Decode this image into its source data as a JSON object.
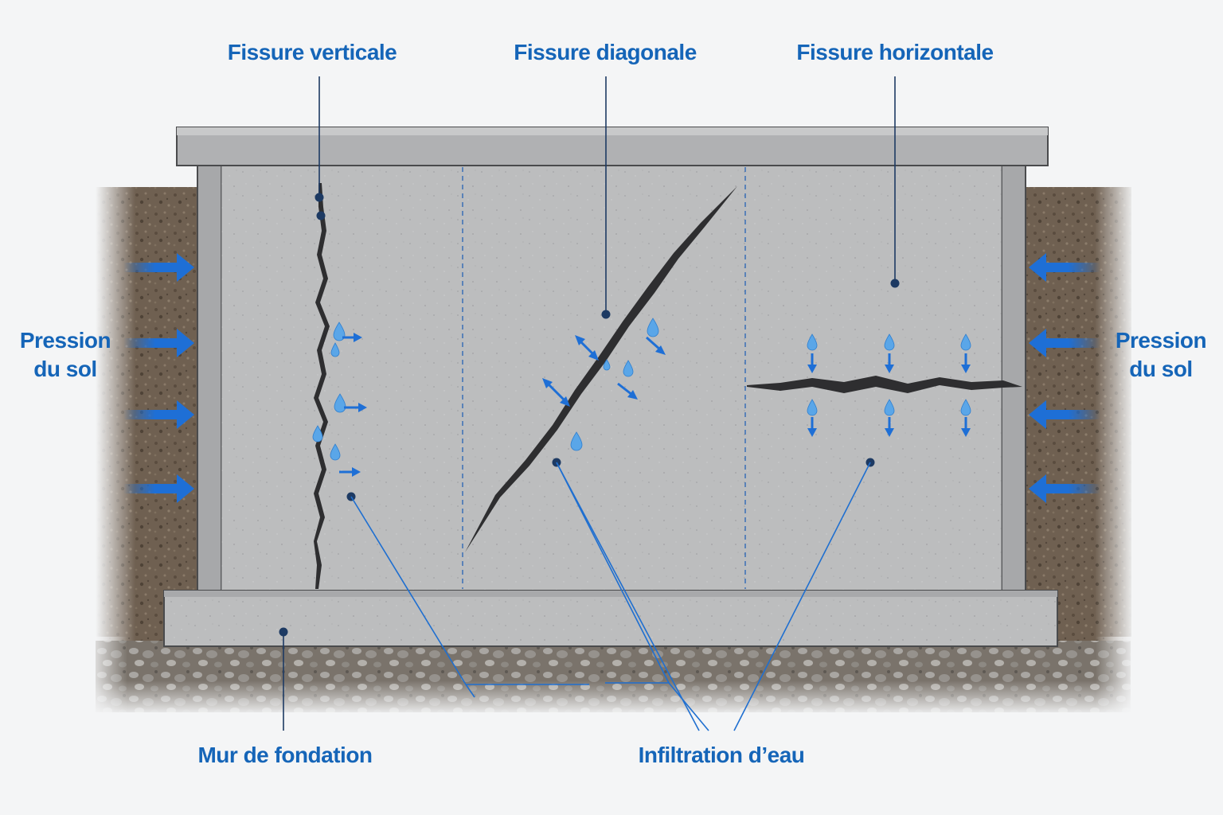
{
  "labels": {
    "vertical_crack": "Fissure verticale",
    "diagonal_crack": "Fissure diagonale",
    "horizontal_crack": "Fissure horizontale",
    "soil_pressure_left_line1": "Pression",
    "soil_pressure_left_line2": "du sol",
    "soil_pressure_right_line1": "Pression",
    "soil_pressure_right_line2": "du sol",
    "foundation_wall": "Mur de fondation",
    "water_infiltration": "Infiltration d’eau"
  },
  "colors": {
    "label_blue": "#1565b8",
    "leader_dark": "#1d3a63",
    "leader_blue": "#1f6fd0",
    "arrow_blue": "#1e6fd6",
    "drop_blue": "#5aa6e8",
    "concrete": "#b9babb",
    "concrete_dark": "#9c9d9f",
    "soil": "#6b5b4c",
    "crack": "#2e2e30"
  }
}
